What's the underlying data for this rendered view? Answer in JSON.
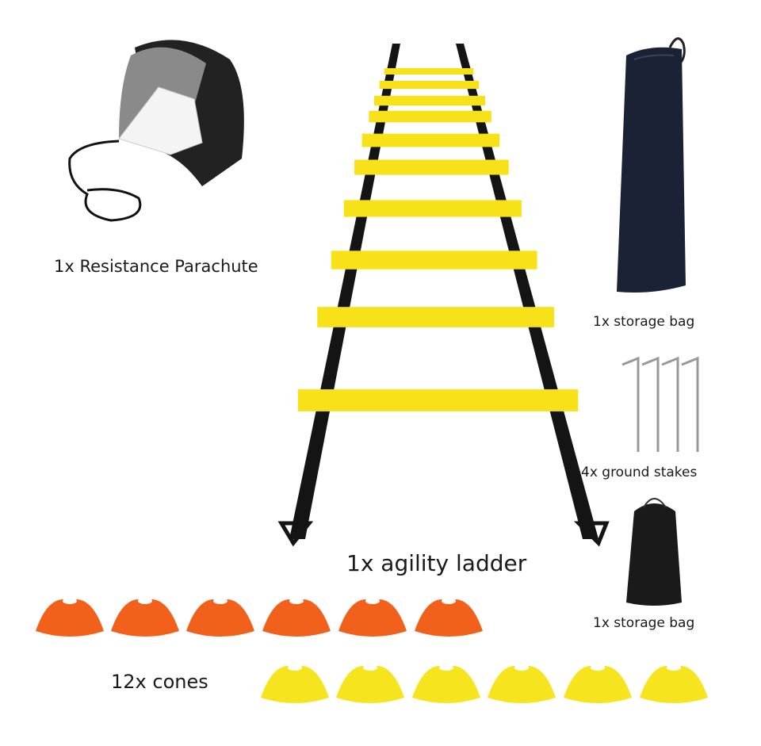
{
  "labels": {
    "parachute": "1x Resistance Parachute",
    "storage_bag_large": "1x storage bag",
    "ground_stakes": "4x ground stakes",
    "agility_ladder": "1x agility ladder",
    "storage_bag_small": "1x storage bag",
    "cones": "12x cones"
  },
  "colors": {
    "ladder_rung": "#f7e21a",
    "ladder_strap": "#141414",
    "cone_orange": "#f2611c",
    "cone_yellow": "#f6e51e",
    "bag_large": "#1c2236",
    "bag_small": "#1a1a1a"
  }
}
